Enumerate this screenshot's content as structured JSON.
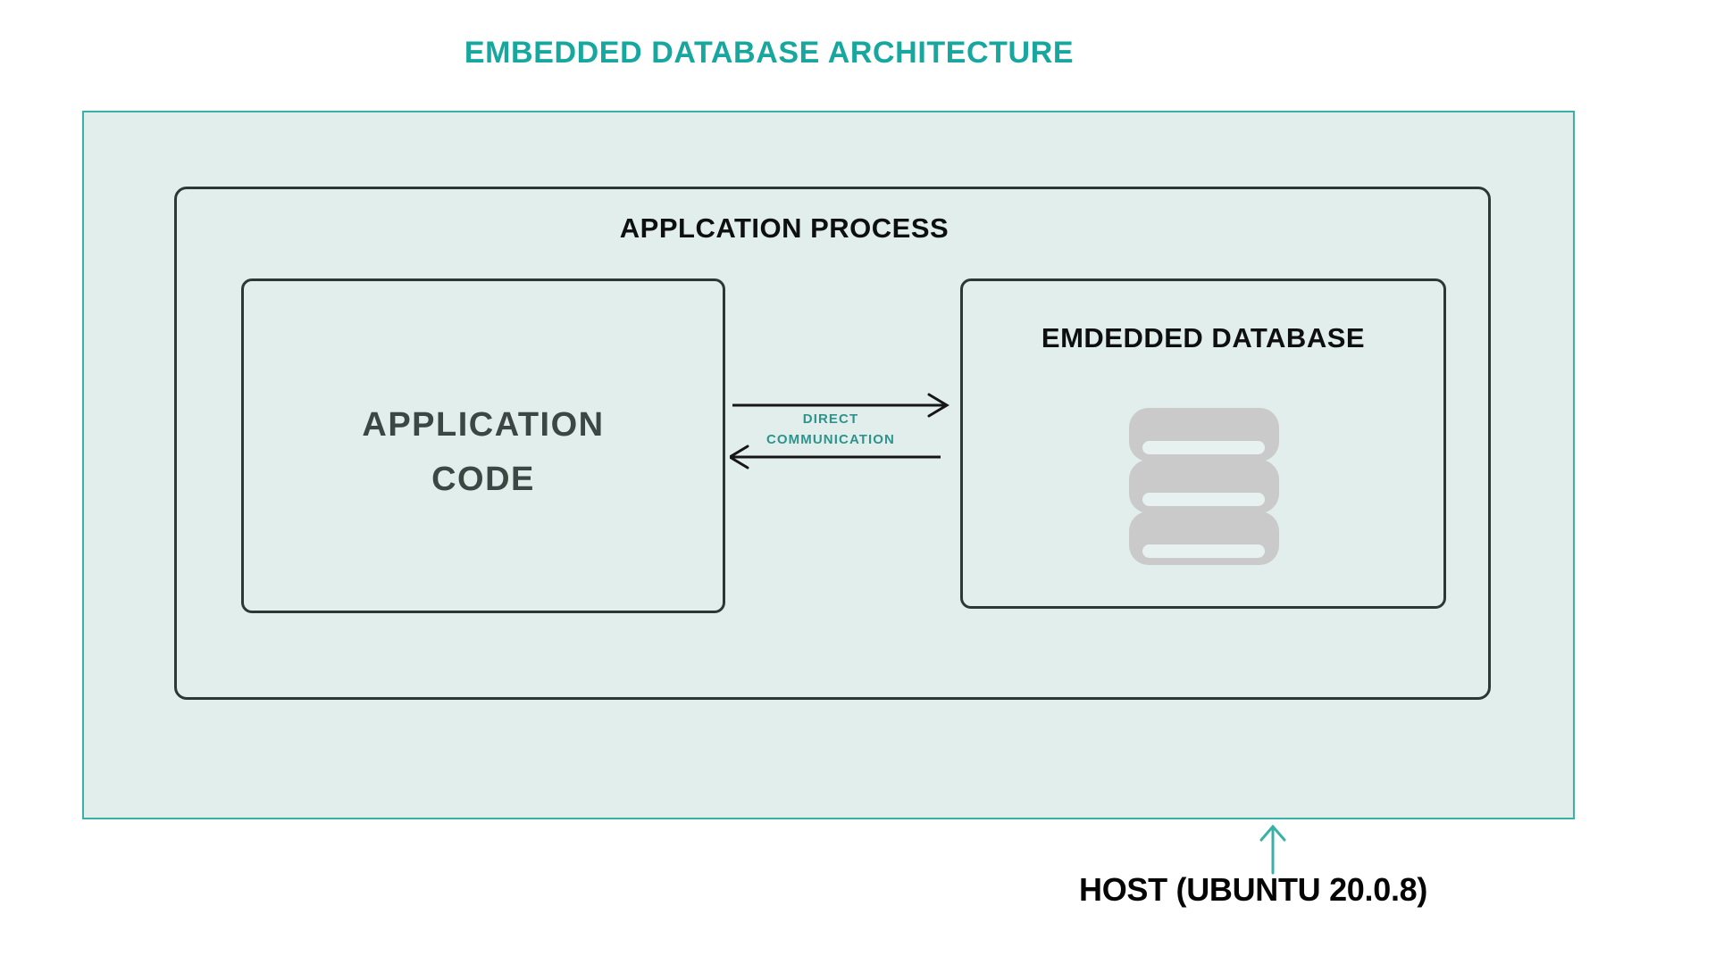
{
  "title": "EMBEDDED DATABASE ARCHITECTURE",
  "host": {
    "label": "HOST (UBUNTU 20.0.8)",
    "pointer_icon": "arrow-up-icon"
  },
  "process": {
    "label": "APPLCATION PROCESS",
    "application_code": {
      "line1": "APPLICATION",
      "line2": "CODE"
    },
    "embedded_database": {
      "label": "EMDEDDED DATABASE",
      "icon": "database-stack-icon"
    },
    "connection": {
      "line1": "DIRECT",
      "line2": "COMMUNICATION",
      "to_database_icon": "arrow-right-icon",
      "to_application_icon": "arrow-left-icon"
    }
  },
  "colors": {
    "accent-teal": "#17a79e",
    "host-border": "#3ab0a7",
    "host-bg": "#e2eeec",
    "box-border": "#2d3835",
    "heading-text": "#0d100f",
    "code-text": "#3c4643",
    "comm-text": "#2e938c",
    "arrow-black": "#161616",
    "icon-gray": "#c9cac9",
    "icon-slot": "#e7f1ef",
    "host-label-text": "#050505"
  }
}
